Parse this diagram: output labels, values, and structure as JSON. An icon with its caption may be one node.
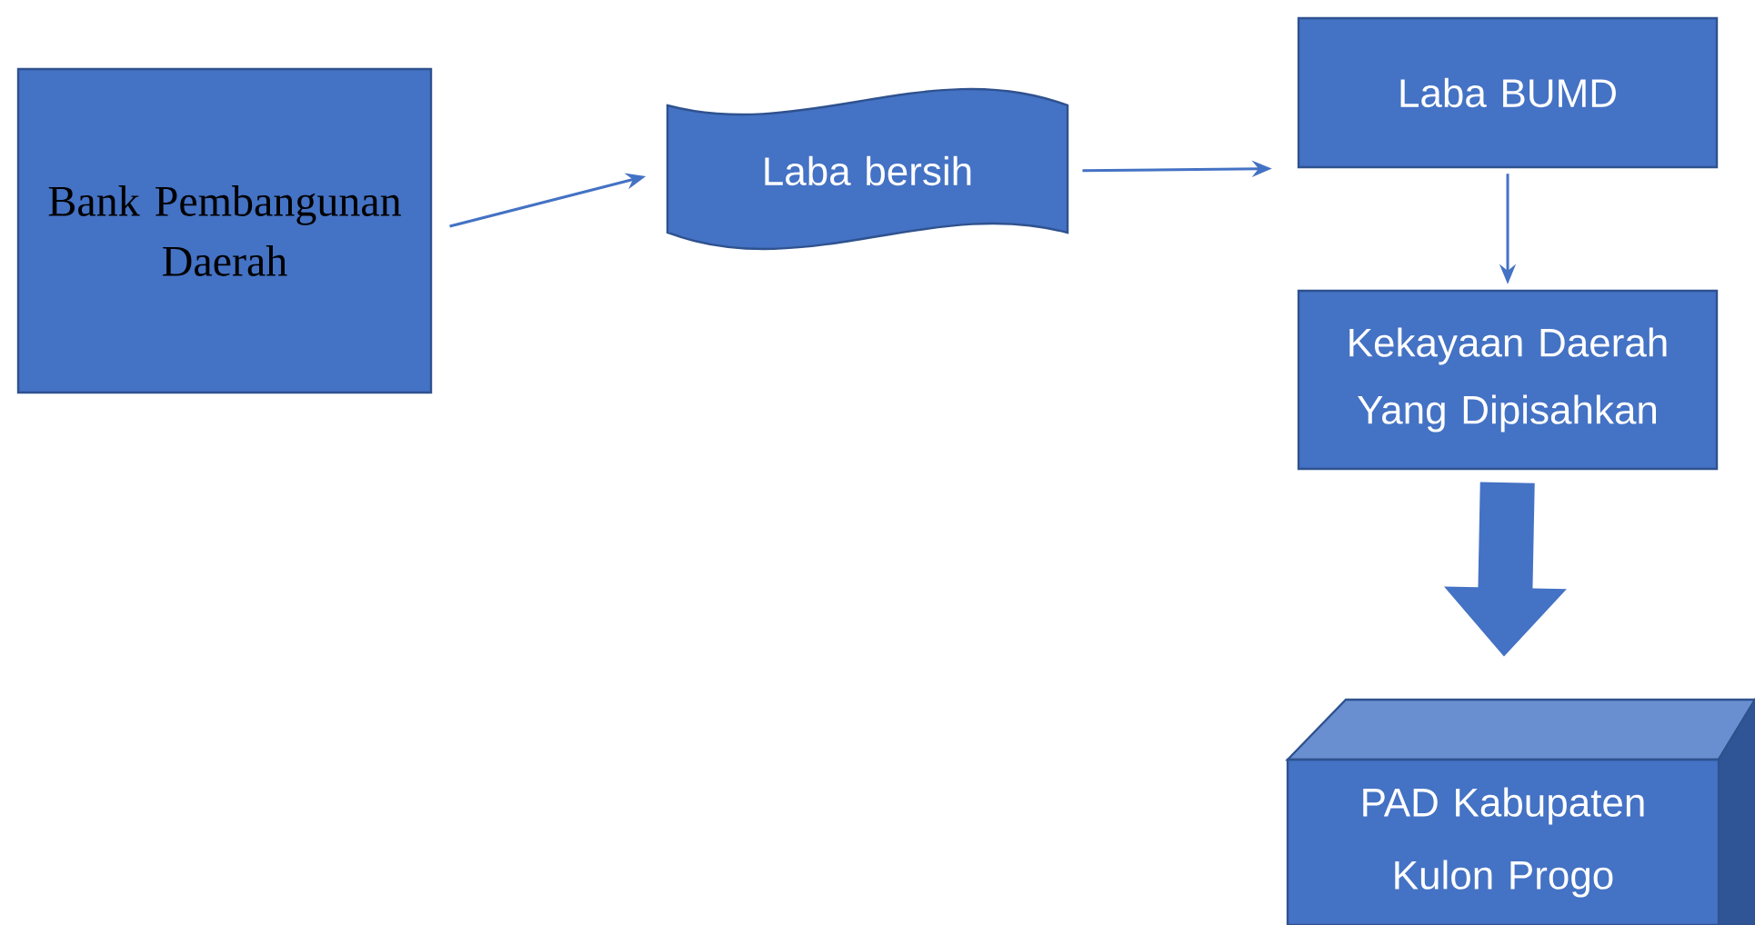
{
  "diagram": {
    "nodes": [
      {
        "text": [
          "Bank Pembangunan Daerah"
        ]
      },
      {
        "text": [
          "Laba bersih"
        ]
      },
      {
        "text": [
          "Laba BUMD"
        ]
      },
      {
        "text": [
          "Kekayaan Daerah Yang Dipisahkan"
        ]
      },
      {
        "text": [
          "PAD Kabupaten Kulon Progo"
        ]
      }
    ],
    "edges": [
      {
        "from": 0,
        "to": 1,
        "arrow": "to"
      },
      {
        "from": 1,
        "to": 2,
        "arrow": "to"
      },
      {
        "from": 2,
        "to": 3,
        "arrow": "to"
      },
      {
        "from": 3,
        "to": 4,
        "arrow": "to",
        "style": "thick"
      }
    ]
  }
}
